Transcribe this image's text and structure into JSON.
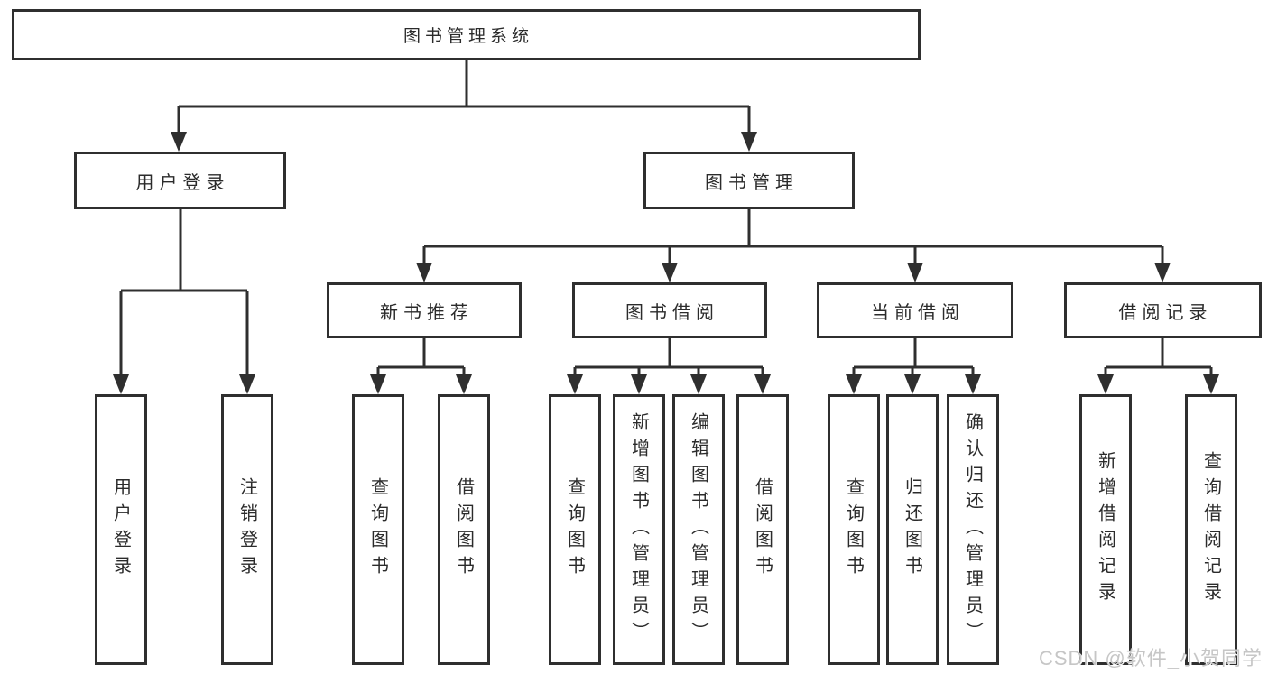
{
  "diagram": {
    "root": "图书管理系统",
    "level2": {
      "user_login": "用户登录",
      "book_mgmt": "图书管理"
    },
    "level3": {
      "new_book": "新书推荐",
      "book_borrow": "图书借阅",
      "current_borrow": "当前借阅",
      "borrow_record": "借阅记录"
    },
    "leaves": {
      "user_login": [
        "用户登录",
        "注销登录"
      ],
      "new_book": [
        "查询图书",
        "借阅图书"
      ],
      "book_borrow": [
        "查询图书",
        "新增图书（管理员）",
        "编辑图书（管理员）",
        "借阅图书"
      ],
      "current_borrow": [
        "查询图书",
        "归还图书",
        "确认归还（管理员）"
      ],
      "borrow_record": [
        "新增借阅记录",
        "查询借阅记录"
      ]
    },
    "colors": {
      "line": "#2f2f2f",
      "box_border": "#2f2f2f",
      "background": "#ffffff",
      "watermark": "#c6c6c6"
    }
  },
  "watermark": {
    "text": "CSDN @软件_小贺同学"
  }
}
